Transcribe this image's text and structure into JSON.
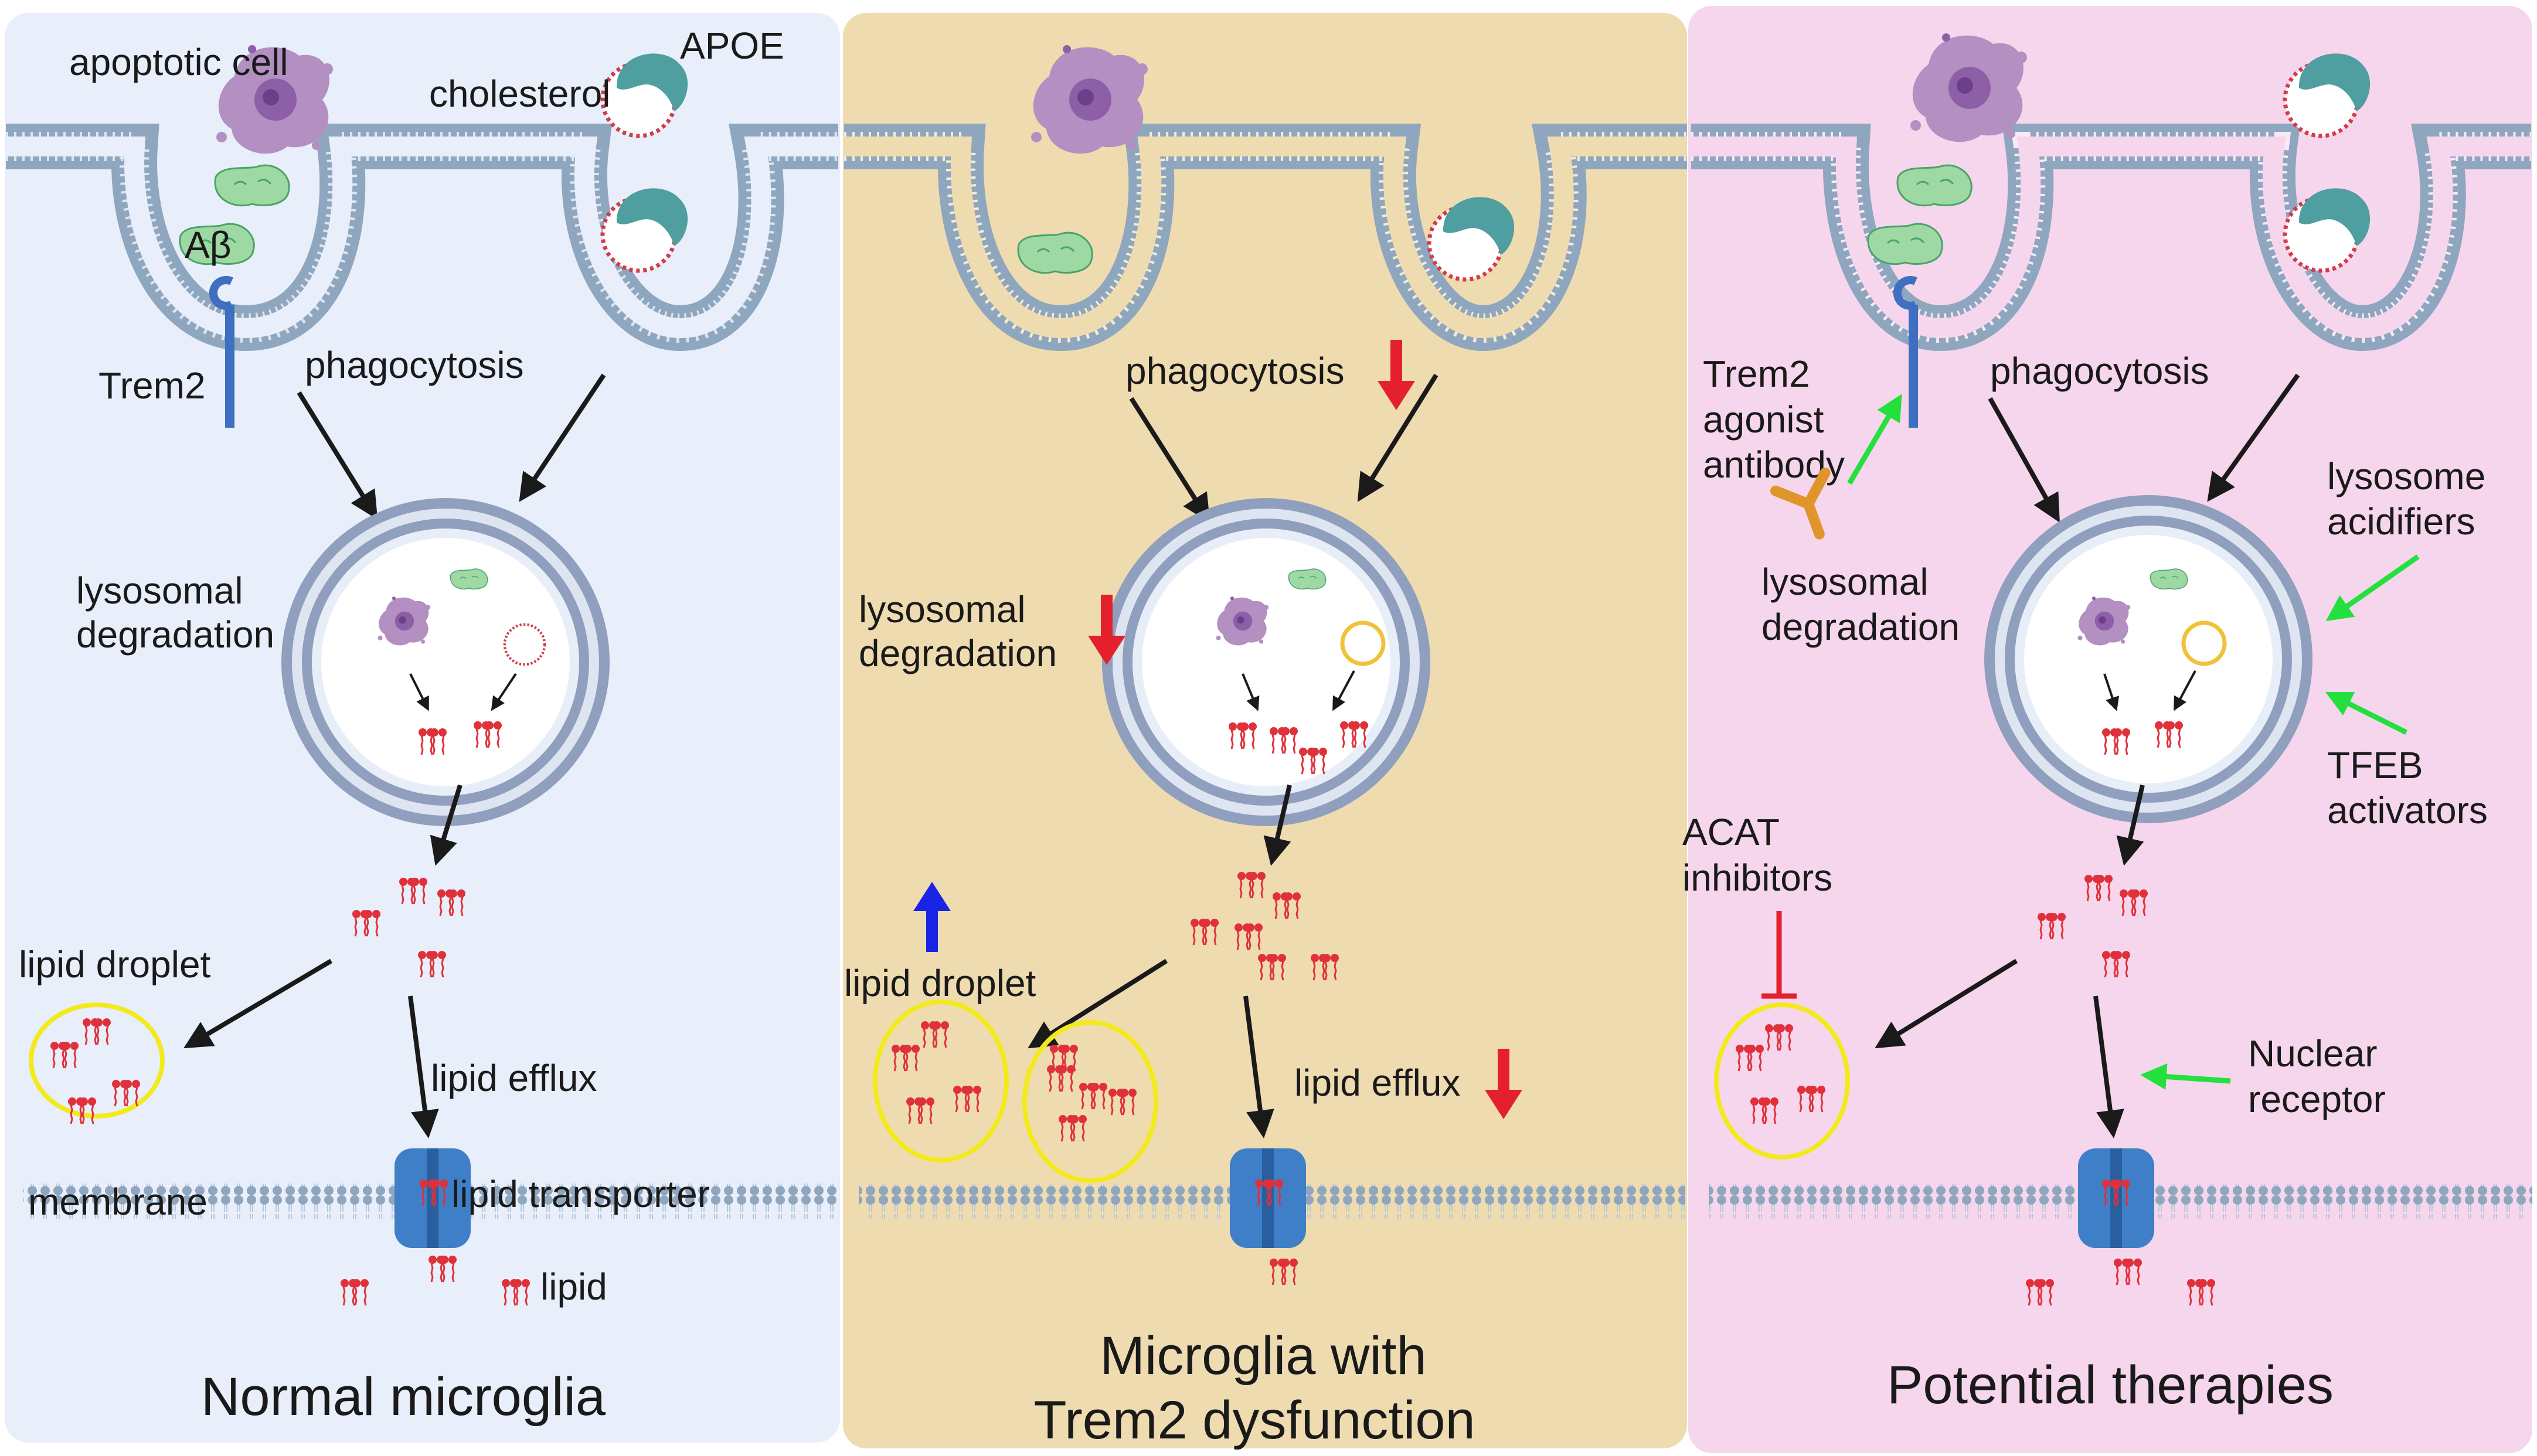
{
  "colors": {
    "panel_normal": "#e8eefa",
    "panel_dysfunction": "#eedcb0",
    "panel_therapies": "#f6d6ec",
    "membrane": "#8fa6bf",
    "apoe": "#4f9ea0",
    "abeta": "#8ccf92",
    "lysosome": "#8f9fbd",
    "lipid": "#e0313b",
    "droplet_ring": "#f2ea1c",
    "transporter": "#3f7fc8",
    "arrow": "#1a1a1a",
    "arrow_decrease": "#e3202b",
    "arrow_increase": "#1a24e6",
    "arrow_therapy": "#23e03e"
  },
  "panels": [
    {
      "id": "normal",
      "title_lines": [
        "Normal microglia"
      ],
      "labels": {
        "apoptotic_cell": "apoptotic cell",
        "apoe": "APOE",
        "cholesterol": "cholesterol",
        "abeta": "Aβ",
        "trem2": "Trem2",
        "phagocytosis": "phagocytosis",
        "lysosomal_degradation": [
          "lysosomal",
          "degradation"
        ],
        "lipid_droplet": "lipid droplet",
        "lipid_efflux": "lipid efflux",
        "membrane": "membrane",
        "lipid_transporter": "lipid transporter",
        "lipid": "lipid"
      }
    },
    {
      "id": "dysfunction",
      "title_lines": [
        "Microglia with",
        "Trem2 dysfunction"
      ],
      "labels": {
        "phagocytosis": "phagocytosis",
        "lysosomal_degradation": [
          "lysosomal",
          "degradation"
        ],
        "lipid_droplet": "lipid droplet",
        "lipid_efflux": "lipid efflux"
      },
      "changes": {
        "phagocytosis": "decrease",
        "lysosomal_degradation": "decrease",
        "lipid_droplet": "increase",
        "lipid_efflux": "decrease"
      }
    },
    {
      "id": "therapies",
      "title_lines": [
        "Potential therapies"
      ],
      "labels": {
        "trem2_agonist": [
          "Trem2",
          "agonist",
          "antibody"
        ],
        "phagocytosis": "phagocytosis",
        "lysosomal_degradation": [
          "lysosomal",
          "degradation"
        ],
        "lysosome_acidifiers": [
          "lysosome",
          "acidifiers"
        ],
        "tfeb_activators": [
          "TFEB",
          "activators"
        ],
        "acat_inhibitors": [
          "ACAT",
          "inhibitors"
        ],
        "nuclear_receptor": [
          "Nuclear",
          "receptor"
        ]
      }
    }
  ]
}
